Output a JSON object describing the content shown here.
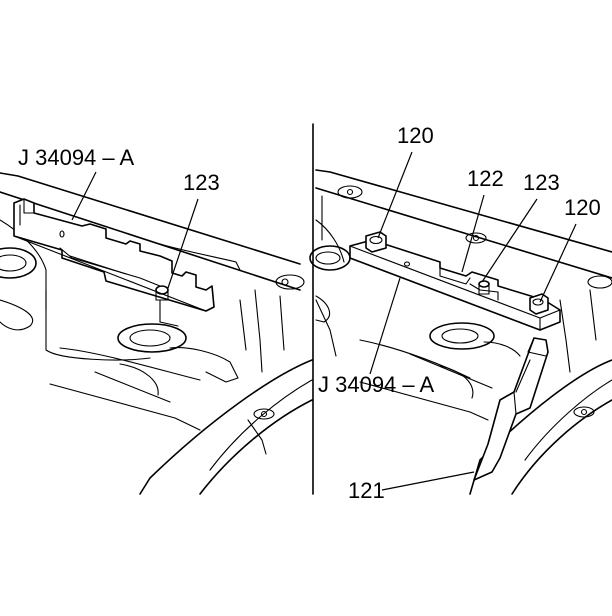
{
  "left_panel": {
    "tool_label": "J 34094 – A",
    "callout_123": "123"
  },
  "right_panel": {
    "callout_120_top": "120",
    "callout_122": "122",
    "callout_123": "123",
    "callout_120_right": "120",
    "tool_label": "J 34094 – A",
    "callout_121": "121"
  }
}
